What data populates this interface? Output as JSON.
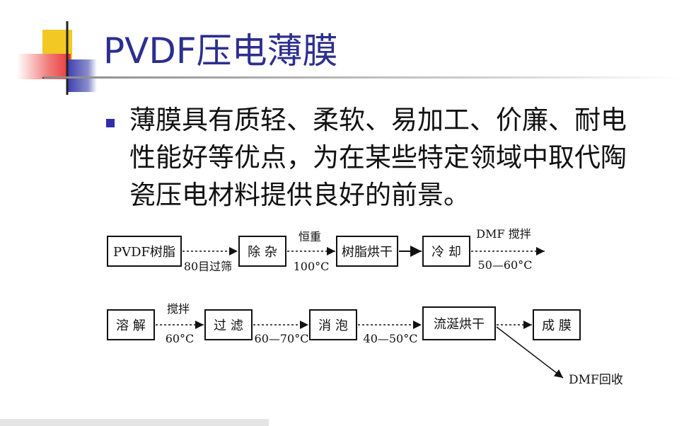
{
  "slide": {
    "title": "PVDF压电薄膜",
    "bullet": "薄膜具有质轻、柔软、易加工、价廉、耐电性能好等优点，为在某些特定领域中取代陶瓷压电材料提供良好的前景。"
  },
  "process": {
    "row1": {
      "boxes": [
        "PVDF树脂",
        "除  杂",
        "树脂烘干",
        "冷  却"
      ],
      "edges": [
        {
          "top": "",
          "bottom": "80目过筛"
        },
        {
          "top": "恒重",
          "bottom": "100°C"
        },
        {
          "top": "",
          "bottom": ""
        },
        {
          "top": "DMF  搅拌",
          "bottom": "50—60°C"
        }
      ]
    },
    "row2": {
      "boxes": [
        "溶  解",
        "过  滤",
        "消  泡",
        "流涎烘干",
        "成  膜"
      ],
      "edges": [
        {
          "top": "搅拌",
          "bottom": "60°C"
        },
        {
          "top": "",
          "bottom": "60—70°C"
        },
        {
          "top": "",
          "bottom": "40—50°C"
        },
        {
          "top": "",
          "bottom": ""
        }
      ]
    },
    "recycle": "DMF回收"
  },
  "colors": {
    "title": "#2b2f8f",
    "bullet_marker": "#2d2fa8",
    "deco_yellow": "#f2c824",
    "deco_red": "#e8353a",
    "deco_blue": "#3d3fae"
  }
}
